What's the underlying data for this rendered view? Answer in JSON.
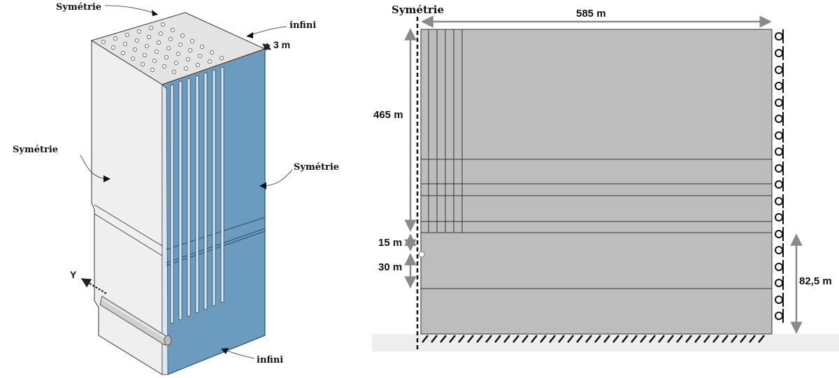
{
  "left_panel": {
    "labels": {
      "sym_top": "Symétrie",
      "sym_left": "Symétrie",
      "sym_right": "Symétrie",
      "infini_top": "infini",
      "infini_bottom": "infini",
      "thickness": "3 m",
      "axis_y": "Y"
    },
    "colors": {
      "front_face": "#6b9cc0",
      "side_face": "#efefef",
      "top_face": "#e3e3e3",
      "edge": "#333333"
    }
  },
  "right_panel": {
    "labels": {
      "symmetry": "Symétrie",
      "width": "585 m",
      "height_main": "465 m",
      "height_15": "15 m",
      "height_30": "30 m",
      "height_right": "82,5 m"
    },
    "colors": {
      "domain_fill": "#bdbdbd",
      "line": "#333333",
      "dim_arrow": "#8a8a8a"
    }
  }
}
